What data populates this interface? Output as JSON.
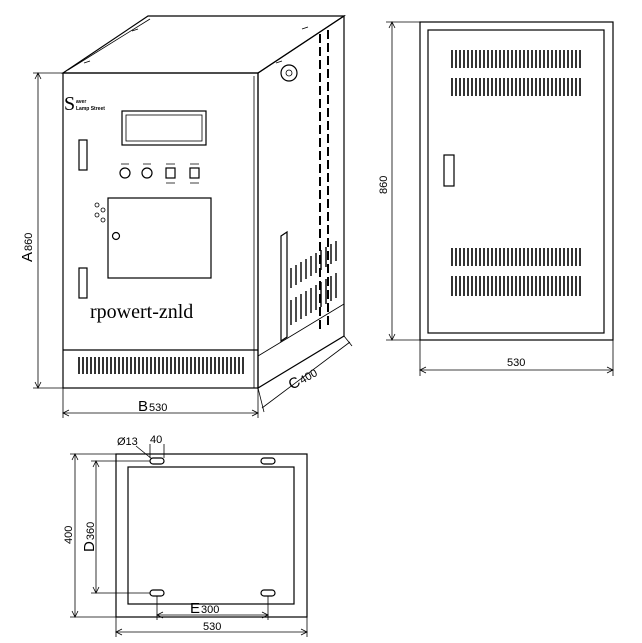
{
  "iso_view": {
    "brand_initial": "S",
    "brand_line1": "aver",
    "brand_line2": "Lamp Street",
    "watermark": "rpowert-znld",
    "dim_height_letter": "A",
    "dim_height_value": "860",
    "dim_width_letter": "B",
    "dim_width_value": "530",
    "dim_depth_letter": "C",
    "dim_depth_value": "400"
  },
  "front_view": {
    "height": "860",
    "width": "530"
  },
  "base_view": {
    "hole_diameter": "Ø13",
    "slot_length": "40",
    "outer_depth": "400",
    "inner_depth_letter": "D",
    "inner_depth_value": "360",
    "hole_spacing_letter": "E",
    "hole_spacing_value": "300",
    "width": "530"
  },
  "colors": {
    "line": "#000000",
    "background": "#ffffff"
  }
}
